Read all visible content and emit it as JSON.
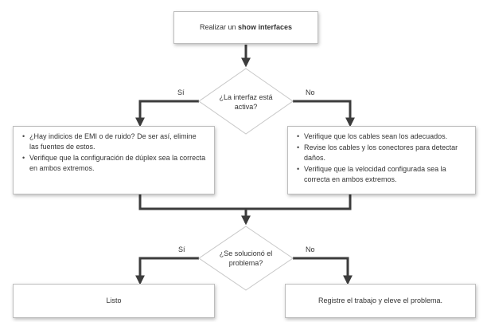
{
  "start": {
    "text": "Realizar un ",
    "bold": "show interfaces"
  },
  "decision1": {
    "line1": "¿La interfaz está",
    "line2": "activa?",
    "yes": "Sí",
    "no": "No"
  },
  "left1": {
    "items": [
      "¿Hay indicios de EMI o de ruido? De ser así, elimine las fuentes de estos.",
      "Verifique que la configuración de dúplex sea la correcta en ambos extremos."
    ]
  },
  "right1": {
    "items": [
      "Verifique que los cables sean los adecuados.",
      "Revise los cables y los conectores para detectar daños.",
      "Verifique que la velocidad configurada sea la correcta en ambos extremos."
    ]
  },
  "decision2": {
    "line1": "¿Se solucionó el",
    "line2": "problema?",
    "yes": "Sí",
    "no": "No"
  },
  "left2": {
    "text": "Listo"
  },
  "right2": {
    "text": "Registre el trabajo y eleve el problema."
  },
  "colors": {
    "line": "#3c3c3c",
    "box_border": "#bdbdbd",
    "text": "#333333"
  }
}
